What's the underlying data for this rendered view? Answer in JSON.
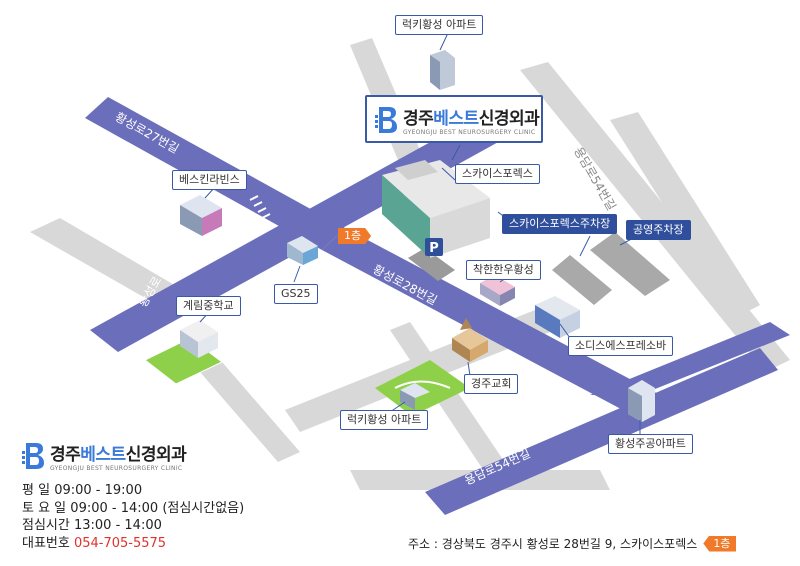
{
  "hospital": {
    "name_prefix": "경주",
    "name_accent": "베스트",
    "name_suffix": "신경외과",
    "name_en": "GYEONGJU BEST NEUROSURGERY CLINIC",
    "logo_letter": "B"
  },
  "floor_label": "1층",
  "roads": {
    "r27": "황성로27번길",
    "r28": "황성로28번길",
    "main": "황성로",
    "yongdam_top": "용담로54번길",
    "yongdam_bottom": "용담로54번길"
  },
  "landmarks": {
    "lucky_top": "럭키황성 아파트",
    "vescin": "베스킨라빈스",
    "skyplex": "스카이스포렉스",
    "skyplex_parking": "스카이스포렉스주차장",
    "public_parking": "공영주차장",
    "gs25": "GS25",
    "chakhan": "착한한우황성",
    "gyerim": "계림중학교",
    "sodis": "소디스에스프레소바",
    "church": "경주교회",
    "lucky_bottom": "럭키황성 아파트",
    "hwangseong_apt": "황성주공아파트",
    "parking_icon": "P"
  },
  "hours": [
    {
      "label": "평       일",
      "value": "09:00 - 19:00"
    },
    {
      "label": "토 요 일",
      "value": "09:00 - 14:00 (점심시간없음)"
    },
    {
      "label": "점심시간",
      "value": "13:00 - 14:00"
    }
  ],
  "phone": {
    "label": "대표번호",
    "value": "054-705-5575"
  },
  "address": "주소 : 경상북도 경주시 황성로 28번길 9, 스카이스포렉스",
  "colors": {
    "road": "#6b6fbb",
    "side_road": "#d6d6d6",
    "accent": "#3a7ad8",
    "label_blue": "#2f4e9c",
    "floor_tag": "#f07a2a",
    "park": "#8fd04a",
    "phone": "#e0322b"
  }
}
